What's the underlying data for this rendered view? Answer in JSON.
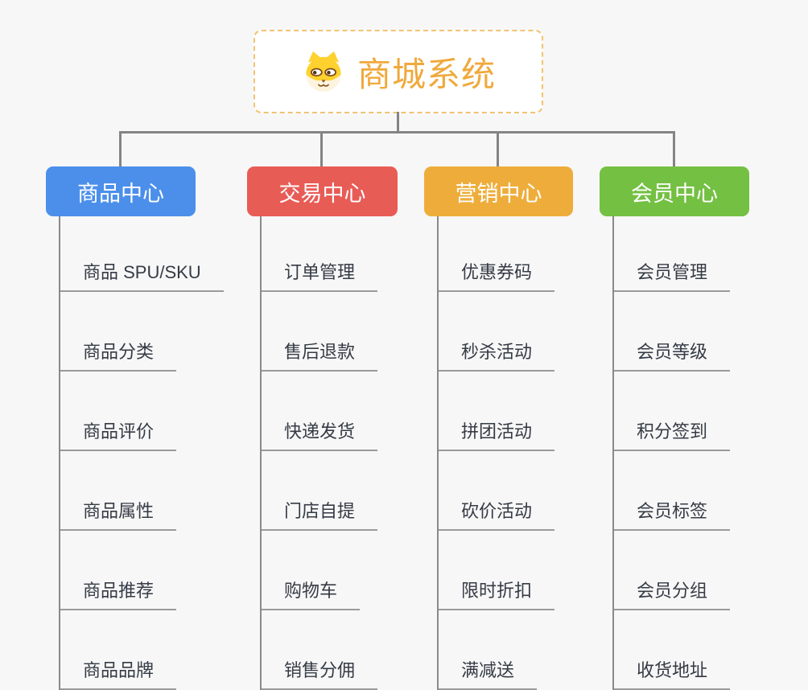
{
  "root": {
    "title": "商城系统",
    "icon": "dog-face-icon",
    "title_color": "#f0a93c",
    "border_color": "#f2c373"
  },
  "connector_color": "#848484",
  "branches": [
    {
      "label": "商品中心",
      "color": "#4b8feb",
      "items": [
        "商品 SPU/SKU",
        "商品分类",
        "商品评价",
        "商品属性",
        "商品推荐",
        "商品品牌"
      ]
    },
    {
      "label": "交易中心",
      "color": "#e85c56",
      "items": [
        "订单管理",
        "售后退款",
        "快递发货",
        "门店自提",
        "购物车",
        "销售分佣"
      ]
    },
    {
      "label": "营销中心",
      "color": "#eead3b",
      "items": [
        "优惠券码",
        "秒杀活动",
        "拼团活动",
        "砍价活动",
        "限时折扣",
        "满减送"
      ]
    },
    {
      "label": "会员中心",
      "color": "#74c043",
      "items": [
        "会员管理",
        "会员等级",
        "积分签到",
        "会员标签",
        "会员分组",
        "收货地址"
      ]
    }
  ]
}
